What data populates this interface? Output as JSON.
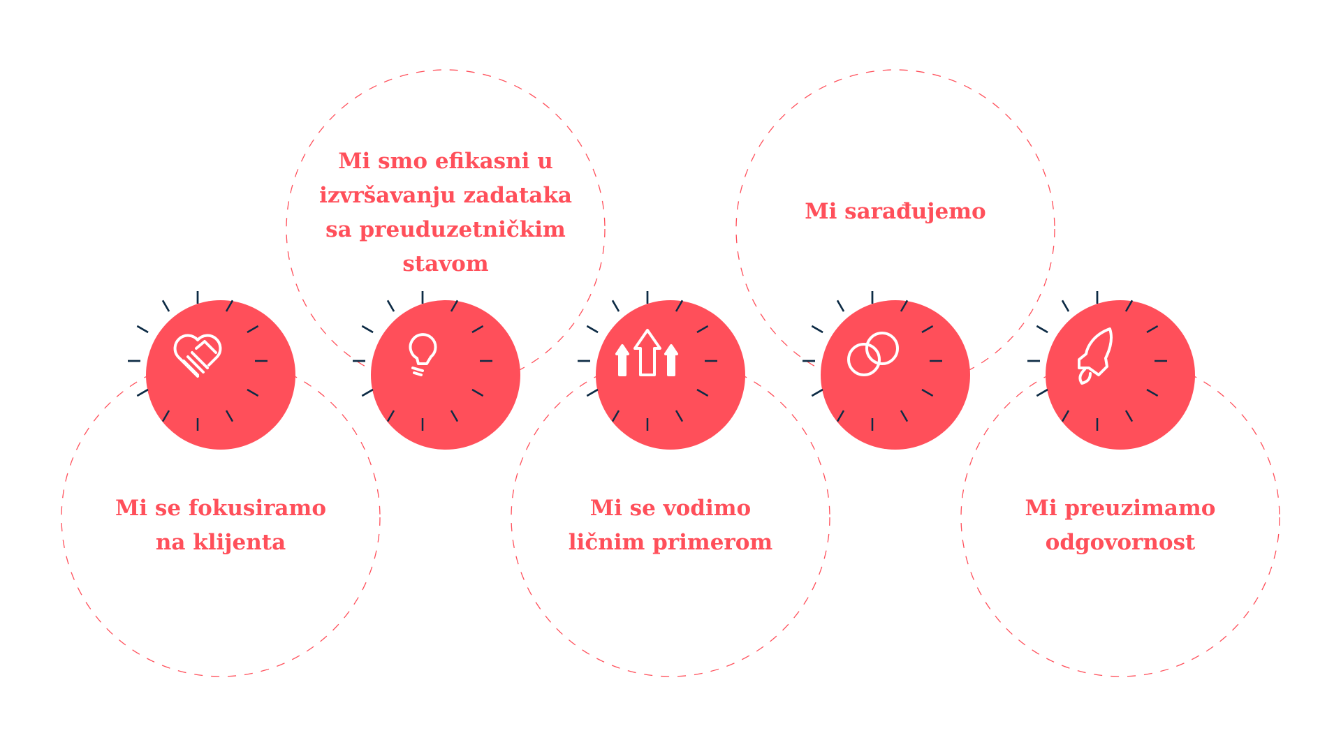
{
  "colors": {
    "accent": "#ff4f5a",
    "tick": "#0d2b45",
    "icon": "#ffffff"
  },
  "values": [
    {
      "icon": "handshake-heart-icon",
      "position": "bottom",
      "lines": [
        "Mi se fokusiramo",
        "na klijenta"
      ]
    },
    {
      "icon": "lightbulb-icon",
      "position": "top",
      "lines": [
        "Mi smo efikasni u",
        "izvršavanju zadataka",
        "sa preuduzetničkim",
        "stavom"
      ]
    },
    {
      "icon": "arrows-up-icon",
      "position": "bottom",
      "lines": [
        "Mi se vodimo",
        "ličnim primerom"
      ]
    },
    {
      "icon": "linked-rings-icon",
      "position": "top",
      "lines": [
        "Mi sarađujemo"
      ]
    },
    {
      "icon": "rocket-icon",
      "position": "bottom",
      "lines": [
        "Mi preuzimamo",
        "odgovornost"
      ]
    }
  ]
}
